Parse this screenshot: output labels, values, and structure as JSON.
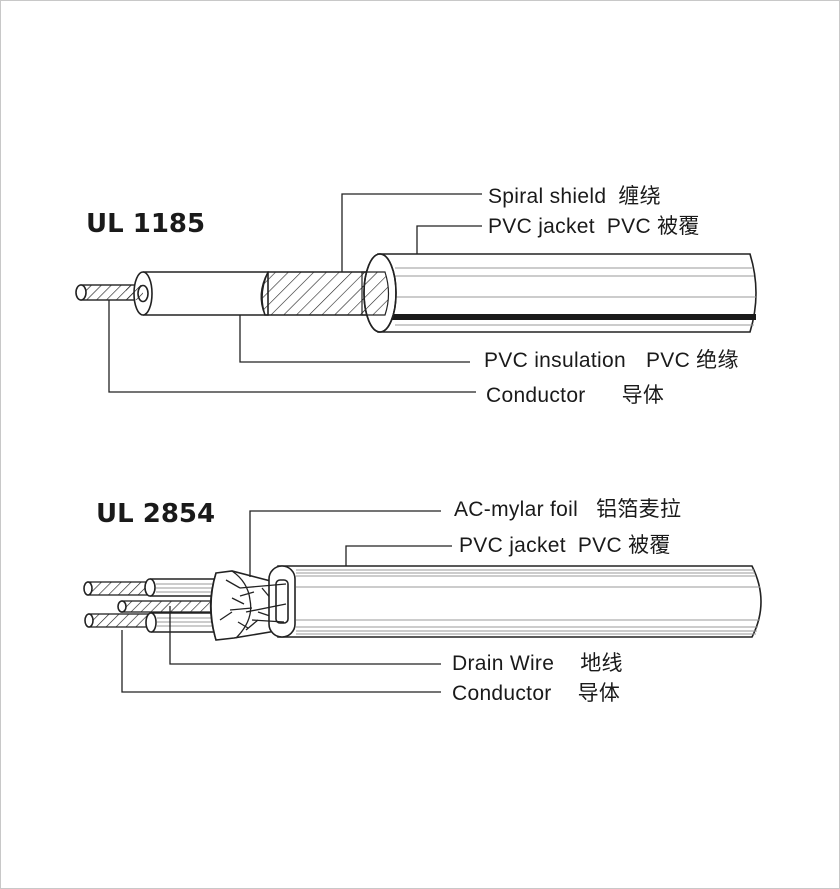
{
  "diagrams": [
    {
      "title": "UL 1185",
      "labels": [
        {
          "en": "Spiral shield",
          "zh": "缠绕"
        },
        {
          "en": "PVC jacket",
          "zh": "PVC 被覆"
        },
        {
          "en": "PVC insulation",
          "zh": "PVC 绝缘"
        },
        {
          "en": "Conductor",
          "zh": "导体"
        }
      ]
    },
    {
      "title": "UL 2854",
      "labels": [
        {
          "en": "AC-mylar foil",
          "zh": "铝箔麦拉"
        },
        {
          "en": "PVC jacket",
          "zh": "PVC 被覆"
        },
        {
          "en": "Drain Wire",
          "zh": "地线"
        },
        {
          "en": "Conductor",
          "zh": "导体"
        }
      ]
    }
  ],
  "colors": {
    "line": "#222222",
    "stripe": "#1a1a1a",
    "background": "#ffffff",
    "border": "#c8c8c8"
  }
}
